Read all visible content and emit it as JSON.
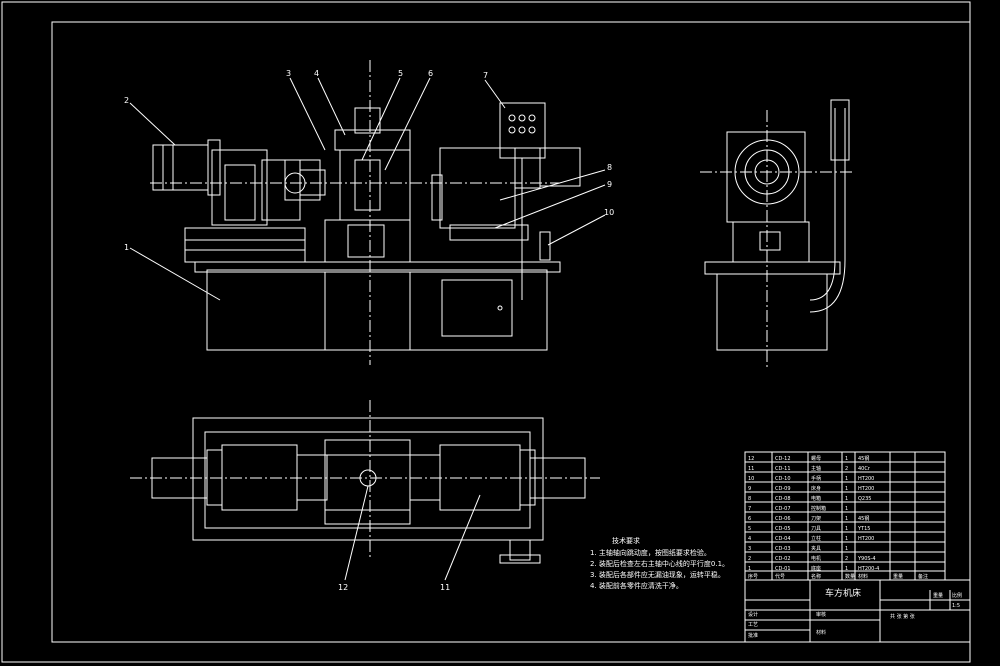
{
  "colors": {
    "background": "#000000",
    "line": "#ffffff",
    "tech_text": "#ffffff"
  },
  "callouts": [
    "1",
    "2",
    "3",
    "4",
    "5",
    "6",
    "7",
    "8",
    "9",
    "10",
    "11",
    "12"
  ],
  "tech_requirements": {
    "title": "技术要求",
    "items": [
      "1. 主轴轴向跳动度，按图纸要求检验。",
      "2. 装配后检查左右主轴中心线的平行度0.1。",
      "3. 装配后各部件应无漏油现象，运转平稳。",
      "4. 装配前各零件应清洗干净。"
    ]
  },
  "bom": {
    "rows": [
      [
        "12",
        "CD-12",
        "螺母",
        "1",
        "45钢"
      ],
      [
        "11",
        "CD-11",
        "主轴",
        "2",
        "40Cr"
      ],
      [
        "10",
        "CD-10",
        "手柄",
        "1",
        "HT200"
      ],
      [
        "9",
        "CD-09",
        "床身",
        "1",
        "HT200"
      ],
      [
        "8",
        "CD-08",
        "电箱",
        "1",
        "Q235"
      ],
      [
        "7",
        "CD-07",
        "控制箱",
        "1",
        ""
      ],
      [
        "6",
        "CD-06",
        "刀架",
        "1",
        "45钢"
      ],
      [
        "5",
        "CD-05",
        "刀具",
        "1",
        "YT15"
      ],
      [
        "4",
        "CD-04",
        "立柱",
        "1",
        "HT200"
      ],
      [
        "3",
        "CD-03",
        "夹具",
        "1",
        ""
      ],
      [
        "2",
        "CD-02",
        "电机",
        "2",
        "Y90S-4"
      ],
      [
        "1",
        "CD-01",
        "底座",
        "1",
        "HT200-4"
      ]
    ],
    "header": [
      "序号",
      "代号",
      "名称",
      "数量",
      "材料",
      "重量",
      "备注"
    ]
  },
  "title_block": {
    "drawing_title": "车方机床",
    "designer": "设计",
    "checker": "审核",
    "process": "工艺",
    "approve": "批准",
    "weight_label": "重量",
    "scale_label": "比例",
    "scale_value": "1:5",
    "sheet_label": "共 张 第 张",
    "material_label": "材料"
  }
}
